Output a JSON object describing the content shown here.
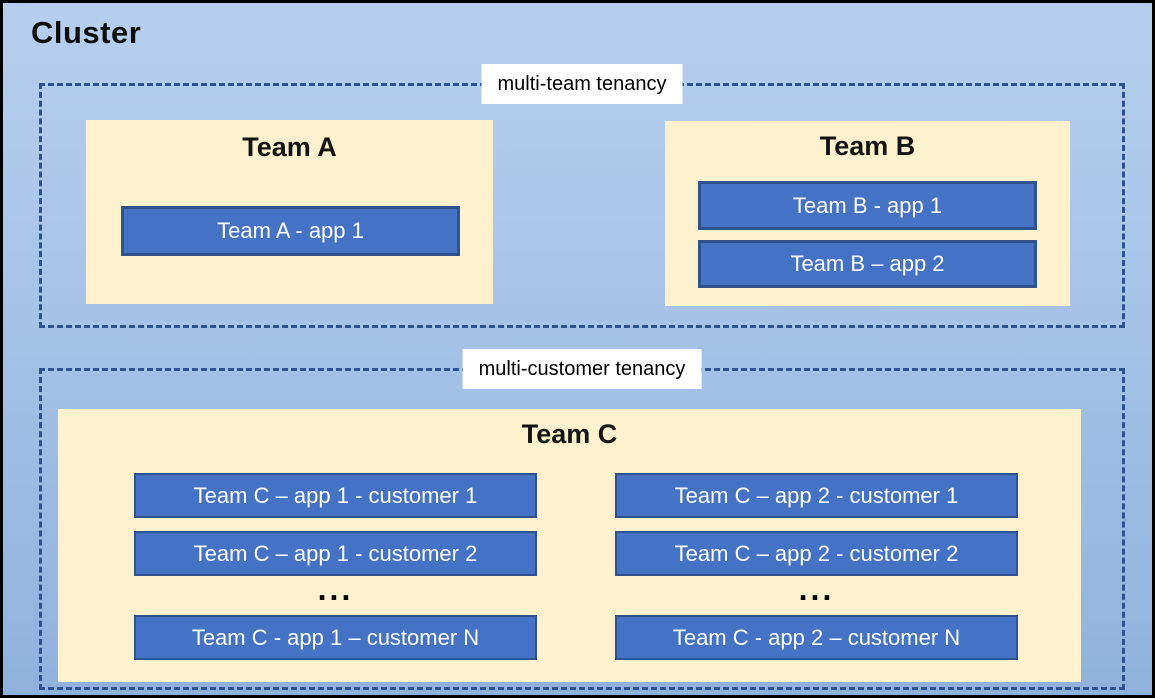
{
  "cluster": {
    "title": "Cluster"
  },
  "zones": {
    "multi_team": {
      "label": "multi-team tenancy",
      "team_a": {
        "title": "Team A",
        "app1": "Team A - app 1"
      },
      "team_b": {
        "title": "Team B",
        "app1": "Team B - app 1",
        "app2": "Team B – app 2"
      }
    },
    "multi_customer": {
      "label": "multi-customer tenancy",
      "team_c": {
        "title": "Team C",
        "col1": {
          "row1": "Team C – app 1 - customer 1",
          "row2": "Team C – app 1 - customer 2",
          "dots": "...",
          "rowN": "Team C - app 1 – customer N"
        },
        "col2": {
          "row1": "Team C – app 2 - customer 1",
          "row2": "Team C – app 2 - customer 2",
          "dots": "...",
          "rowN": "Team C - app 2 – customer N"
        }
      }
    }
  },
  "palette": {
    "background_top": "#b7cfee",
    "background_bottom": "#8fb2dd",
    "team_panel_fill": "#fdf2cd",
    "app_fill": "#4472c4",
    "app_border": "#2f528f",
    "dashed_border": "#2e5191",
    "zone_label_bg": "#ffffff",
    "text_dark": "#0d0d0d",
    "text_light": "#ffffff"
  }
}
